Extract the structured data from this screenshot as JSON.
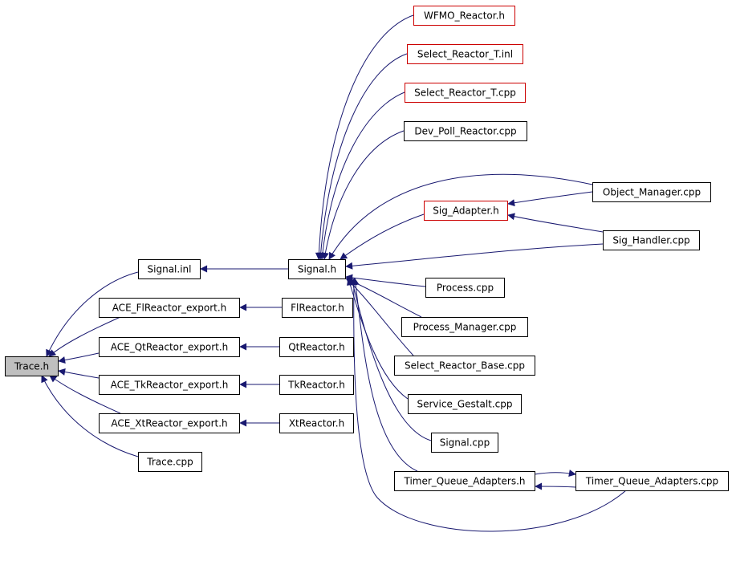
{
  "colors": {
    "edge": "#191970",
    "node_border": "#000000",
    "node_border_incomplete": "#cc0000",
    "node_root_fill": "#bfbfbf",
    "node_fill": "#ffffff"
  },
  "nodes": [
    {
      "id": "trace-h",
      "label": "Trace.h",
      "style": "root"
    },
    {
      "id": "signal-inl",
      "label": "Signal.inl",
      "style": "normal"
    },
    {
      "id": "ace-flreactor-export-h",
      "label": "ACE_FlReactor_export.h",
      "style": "normal"
    },
    {
      "id": "ace-qtreactor-export-h",
      "label": "ACE_QtReactor_export.h",
      "style": "normal"
    },
    {
      "id": "ace-tkreactor-export-h",
      "label": "ACE_TkReactor_export.h",
      "style": "normal"
    },
    {
      "id": "ace-xtreactor-export-h",
      "label": "ACE_XtReactor_export.h",
      "style": "normal"
    },
    {
      "id": "trace-cpp",
      "label": "Trace.cpp",
      "style": "normal"
    },
    {
      "id": "signal-h",
      "label": "Signal.h",
      "style": "normal"
    },
    {
      "id": "flreactor-h",
      "label": "FlReactor.h",
      "style": "normal"
    },
    {
      "id": "qtreactor-h",
      "label": "QtReactor.h",
      "style": "normal"
    },
    {
      "id": "tkreactor-h",
      "label": "TkReactor.h",
      "style": "normal"
    },
    {
      "id": "xtreactor-h",
      "label": "XtReactor.h",
      "style": "normal"
    },
    {
      "id": "wfmo-reactor-h",
      "label": "WFMO_Reactor.h",
      "style": "incomplete"
    },
    {
      "id": "select-reactor-t-inl",
      "label": "Select_Reactor_T.inl",
      "style": "incomplete"
    },
    {
      "id": "select-reactor-t-cpp",
      "label": "Select_Reactor_T.cpp",
      "style": "incomplete"
    },
    {
      "id": "dev-poll-reactor-cpp",
      "label": "Dev_Poll_Reactor.cpp",
      "style": "normal"
    },
    {
      "id": "sig-adapter-h",
      "label": "Sig_Adapter.h",
      "style": "incomplete"
    },
    {
      "id": "object-manager-cpp",
      "label": "Object_Manager.cpp",
      "style": "normal"
    },
    {
      "id": "sig-handler-cpp",
      "label": "Sig_Handler.cpp",
      "style": "normal"
    },
    {
      "id": "process-cpp",
      "label": "Process.cpp",
      "style": "normal"
    },
    {
      "id": "process-manager-cpp",
      "label": "Process_Manager.cpp",
      "style": "normal"
    },
    {
      "id": "select-reactor-base-cpp",
      "label": "Select_Reactor_Base.cpp",
      "style": "normal"
    },
    {
      "id": "service-gestalt-cpp",
      "label": "Service_Gestalt.cpp",
      "style": "normal"
    },
    {
      "id": "signal-cpp",
      "label": "Signal.cpp",
      "style": "normal"
    },
    {
      "id": "timer-queue-adapters-h",
      "label": "Timer_Queue_Adapters.h",
      "style": "normal"
    },
    {
      "id": "timer-queue-adapters-cpp",
      "label": "Timer_Queue_Adapters.cpp",
      "style": "normal"
    }
  ],
  "edges": [
    {
      "from": "signal-inl",
      "to": "trace-h"
    },
    {
      "from": "ace-flreactor-export-h",
      "to": "trace-h"
    },
    {
      "from": "ace-qtreactor-export-h",
      "to": "trace-h"
    },
    {
      "from": "ace-tkreactor-export-h",
      "to": "trace-h"
    },
    {
      "from": "ace-xtreactor-export-h",
      "to": "trace-h"
    },
    {
      "from": "trace-cpp",
      "to": "trace-h"
    },
    {
      "from": "signal-h",
      "to": "signal-inl"
    },
    {
      "from": "flreactor-h",
      "to": "ace-flreactor-export-h"
    },
    {
      "from": "qtreactor-h",
      "to": "ace-qtreactor-export-h"
    },
    {
      "from": "tkreactor-h",
      "to": "ace-tkreactor-export-h"
    },
    {
      "from": "xtreactor-h",
      "to": "ace-xtreactor-export-h"
    },
    {
      "from": "wfmo-reactor-h",
      "to": "signal-h"
    },
    {
      "from": "select-reactor-t-inl",
      "to": "signal-h"
    },
    {
      "from": "select-reactor-t-cpp",
      "to": "signal-h"
    },
    {
      "from": "dev-poll-reactor-cpp",
      "to": "signal-h"
    },
    {
      "from": "object-manager-cpp",
      "to": "signal-h"
    },
    {
      "from": "sig-adapter-h",
      "to": "signal-h"
    },
    {
      "from": "sig-handler-cpp",
      "to": "signal-h"
    },
    {
      "from": "process-cpp",
      "to": "signal-h"
    },
    {
      "from": "process-manager-cpp",
      "to": "signal-h"
    },
    {
      "from": "select-reactor-base-cpp",
      "to": "signal-h"
    },
    {
      "from": "service-gestalt-cpp",
      "to": "signal-h"
    },
    {
      "from": "signal-cpp",
      "to": "signal-h"
    },
    {
      "from": "timer-queue-adapters-h",
      "to": "signal-h"
    },
    {
      "from": "timer-queue-adapters-cpp",
      "to": "signal-h"
    },
    {
      "from": "object-manager-cpp",
      "to": "sig-adapter-h"
    },
    {
      "from": "sig-handler-cpp",
      "to": "sig-adapter-h"
    },
    {
      "from": "timer-queue-adapters-h",
      "to": "timer-queue-adapters-cpp"
    },
    {
      "from": "timer-queue-adapters-cpp",
      "to": "timer-queue-adapters-h"
    }
  ]
}
